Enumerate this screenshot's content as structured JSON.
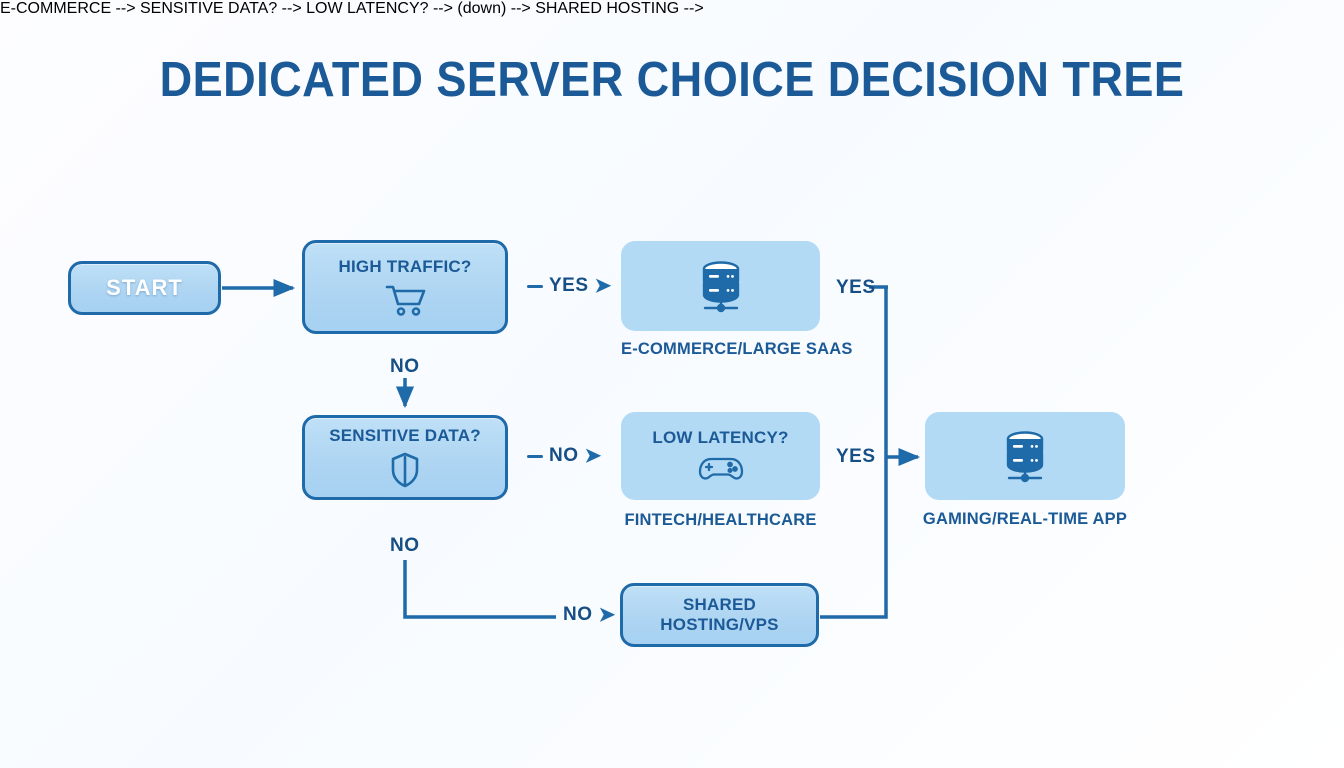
{
  "title": "DEDICATED SERVER CHOICE DECISION TREE",
  "colors": {
    "title_blue": "#1b5a96",
    "node_border": "#1f6aa8",
    "node_fill_bordered": "#b3daf5",
    "node_fill_plain": "#b3daf5",
    "line": "#1f6aa8",
    "label_text": "#174f85",
    "background": "#ffffff"
  },
  "nodes": {
    "start": {
      "label": "START",
      "icon": "none"
    },
    "high_traffic": {
      "label": "HIGH TRAFFIC?",
      "icon": "shopping-cart-icon"
    },
    "ecommerce": {
      "label": "",
      "icon": "database-server-icon",
      "caption": "E-COMMERCE/LARGE SAAS"
    },
    "sensitive_data": {
      "label": "SENSITIVE DATA?",
      "icon": "shield-icon"
    },
    "low_latency": {
      "label": "LOW LATENCY?",
      "icon": "gamepad-icon",
      "caption": "FINTECH/HEALTHCARE"
    },
    "gaming": {
      "label": "",
      "icon": "database-server-icon",
      "caption": "GAMING/REAL-TIME APP"
    },
    "shared_hosting": {
      "label_line1": "SHARED",
      "label_line2": "HOSTING/VPS",
      "icon": "none"
    }
  },
  "edges": {
    "start_to_high_traffic": {
      "label": ""
    },
    "high_traffic_yes": {
      "label": "YES"
    },
    "high_traffic_no": {
      "label": "NO"
    },
    "sensitive_data_no_right": {
      "label": "NO"
    },
    "sensitive_data_no_down": {
      "label": "NO"
    },
    "ecommerce_yes": {
      "label": "YES"
    },
    "gaming_yes": {
      "label": "YES"
    }
  }
}
